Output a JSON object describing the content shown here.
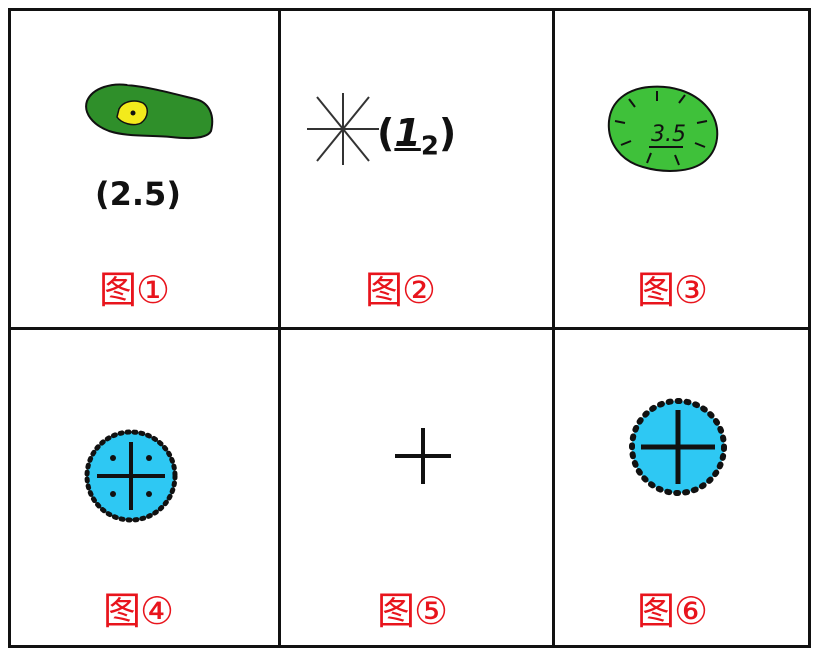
{
  "cells": [
    {
      "caption": "图①",
      "label": "(2.5)",
      "symbol": "depression-contour-icon"
    },
    {
      "caption": "图②",
      "label_open": "(",
      "label_main": "1",
      "label_sub": "2",
      "label_close": ")",
      "symbol": "star-point-icon"
    },
    {
      "caption": "图③",
      "label": "3.5",
      "symbol": "forest-patch-icon"
    },
    {
      "caption": "图④",
      "symbol": "small-survey-point-icon"
    },
    {
      "caption": "图⑤",
      "symbol": "cross-mark-icon"
    },
    {
      "caption": "图⑥",
      "symbol": "large-survey-point-icon"
    }
  ],
  "colors": {
    "caption": "#e8141c",
    "green_dark": "#2f8f2a",
    "green_light": "#3fc13a",
    "yellow": "#f3ea1c",
    "cyan": "#2ec8f3"
  }
}
